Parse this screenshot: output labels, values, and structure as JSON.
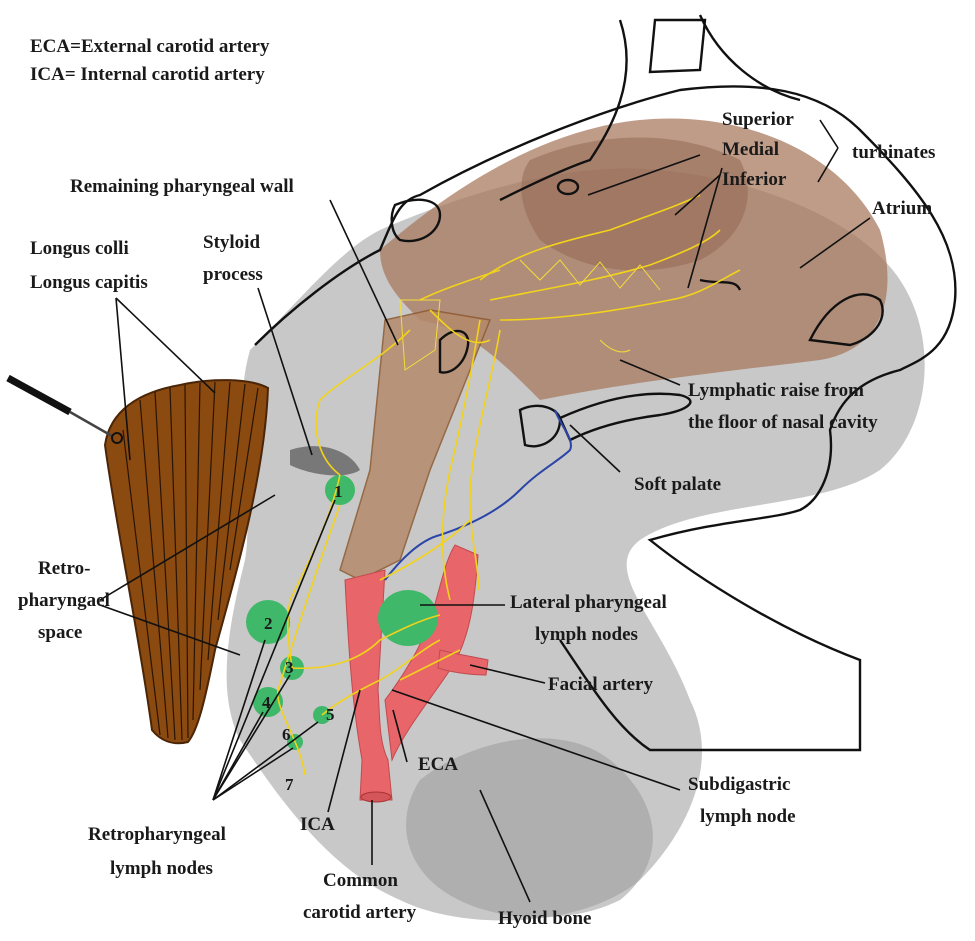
{
  "legend": {
    "line1": "ECA=External carotid artery",
    "line2": "ICA= Internal carotid artery"
  },
  "labels": {
    "superior": "Superior",
    "medial": "Medial",
    "inferior": "Inferior",
    "turbinates": "turbinates",
    "atrium": "Atrium",
    "remaining_pharyngeal_wall": "Remaining pharyngeal wall",
    "longus_colli": "Longus colli",
    "longus_capitis": "Longus capitis",
    "styloid_1": "Styloid",
    "styloid_2": "process",
    "lymphatic_1": "Lymphatic raise from",
    "lymphatic_2": "the floor of nasal cavity",
    "soft_palate": "Soft palate",
    "retro_space_1": "Retro-",
    "retro_space_2": "pharyngael",
    "retro_space_3": "space",
    "lateral_nodes_1": "Lateral pharyngeal",
    "lateral_nodes_2": "lymph nodes",
    "facial_artery": "Facial artery",
    "eca": "ECA",
    "ica": "ICA",
    "subdigastric_1": "Subdigastric",
    "subdigastric_2": "lymph node",
    "retro_nodes_1": "Retropharyngeal",
    "retro_nodes_2": "lymph nodes",
    "common_carotid_1": "Common",
    "common_carotid_2": "carotid artery",
    "hyoid_bone": "Hyoid bone"
  },
  "node_numbers": [
    "1",
    "2",
    "3",
    "4",
    "5",
    "6",
    "7"
  ],
  "colors": {
    "muscle": "#8b4a10",
    "nasal_tissue": "#b8957c",
    "artery": "#e8656a",
    "lymph_vessel": "#f2d21a",
    "lymph_node": "#3fb86a",
    "vein": "#2a44a8",
    "background_tissue": "#bdbdbd"
  }
}
